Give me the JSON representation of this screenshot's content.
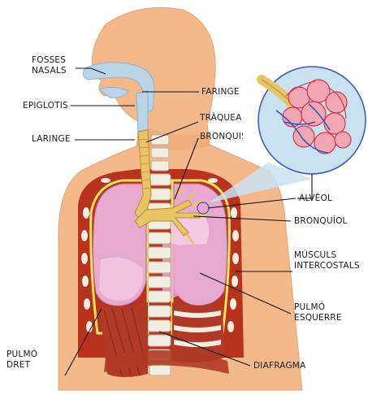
{
  "labels": {
    "fosses_nasals_1": "FOSSES",
    "fosses_nasals_2": "NASALS",
    "epiglotis": "EPIGLOTIS",
    "laringe": "LARINGE",
    "faringe": "FARINGE",
    "traquea": "TRÀQUEA",
    "bronquis": "BRONQUIS",
    "alveol": "ALVÈOL",
    "bronquiol": "BRONQUÍOL",
    "muscul_1": "MÚSCULS",
    "muscul_2": "INTERCOSTALS",
    "pulmo_esq_1": "PULMÓ",
    "pulmo_esq_2": "ESQUERRE",
    "pulmo_dret_1": "PULMÓ",
    "pulmo_dret_2": "DRET",
    "diafragma": "DIAFRAGMA"
  },
  "colors": {
    "skin": "#f4b98a",
    "skin_shadow": "#e9a676",
    "airway": "#b9d4e6",
    "lung": "#e8a9cf",
    "lung_inner": "#f4cfe6",
    "trachea": "#e9c466",
    "rib_red": "#b8321e",
    "pleura": "#f2e25a",
    "bone": "#f1eee0",
    "diaphragm": "#b03a26",
    "zoom_bg": "#c8e2f2",
    "alveol_red": "#d7344a",
    "vein_blue": "#2e56b8"
  }
}
